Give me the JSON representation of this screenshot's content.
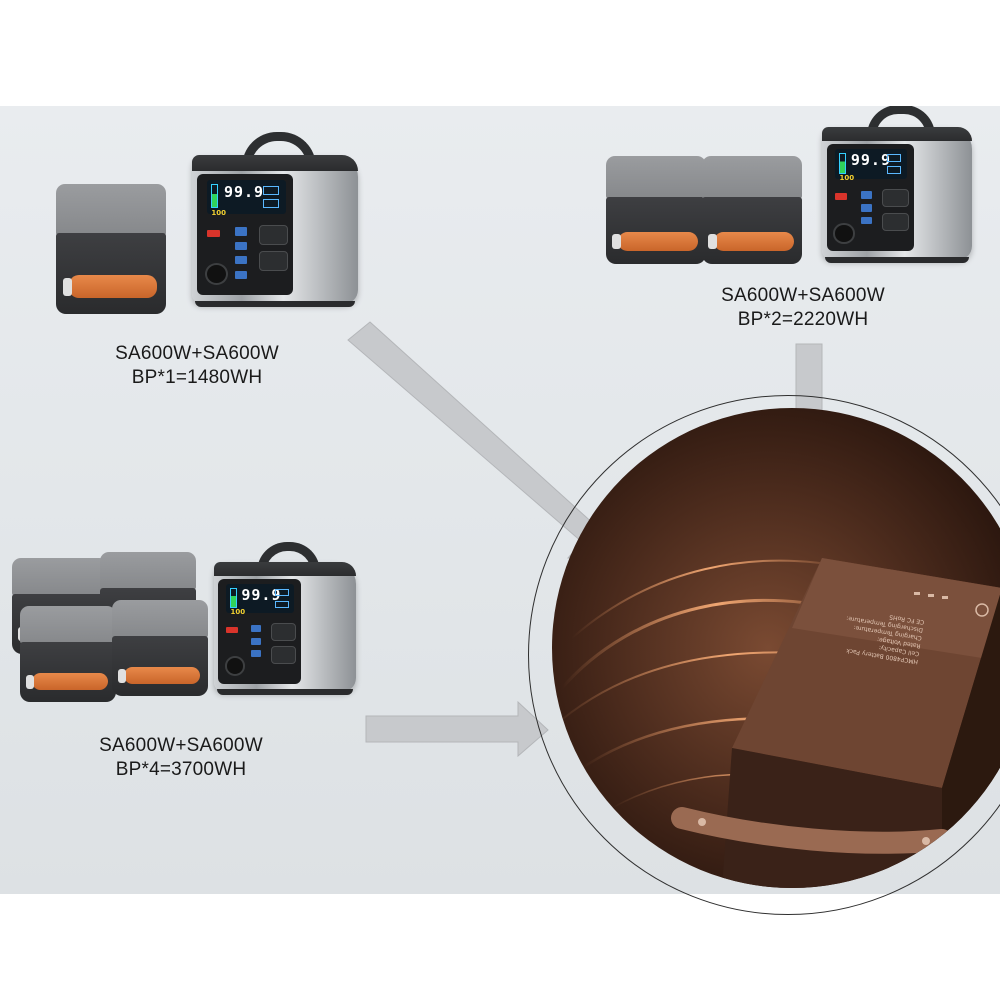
{
  "colors": {
    "panel_background": "#e6e9ec",
    "arrow_fill": "#c7c9cc",
    "handle_orange": "#d9743a",
    "zoom_background": "#4a2a1c"
  },
  "configurations": [
    {
      "line1": "SA600W+SA600W",
      "line2": "BP*1=1480WH",
      "battery_packs": 1
    },
    {
      "line1": "SA600W+SA600W",
      "line2": "BP*2=2220WH",
      "battery_packs": 2
    },
    {
      "line1": "SA600W+SA600W",
      "line2": "BP*4=3700WH",
      "battery_packs": 4
    }
  ],
  "station_display": {
    "reading": "99.9",
    "percent": "100"
  },
  "battery_label": {
    "model": "HMCP4800 Battery Pack",
    "line_2": "Cell Capacity:",
    "line_3": "Rated Voltage:",
    "line_4": "Charging Temperature:",
    "line_5": "Discharging Temperature:",
    "certs": "CE FC RoHS"
  },
  "icons": [
    "arrow-icon",
    "battery-pack-icon",
    "power-station-icon",
    "power-button-icon"
  ]
}
